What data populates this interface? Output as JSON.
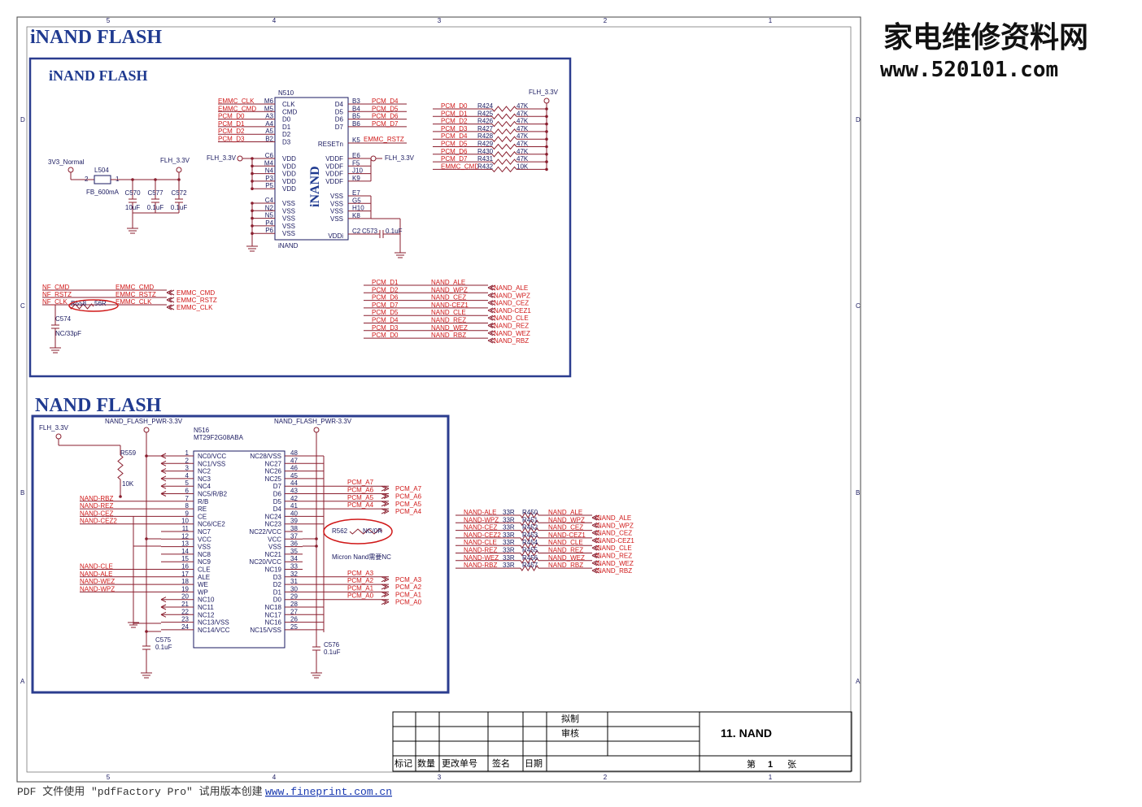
{
  "watermark": {
    "line1": "家电维修资料网",
    "line2": "www.520101.com"
  },
  "footer": {
    "text": "PDF 文件使用 \"pdfFactory Pro\" 试用版本创建 ",
    "link": "www.fineprint.com.cn"
  },
  "border": {
    "top_cols": [
      "5",
      "4",
      "3",
      "2",
      "1"
    ],
    "side_rows": [
      "D",
      "C",
      "B",
      "A"
    ]
  },
  "section_inand": {
    "title": "iNAND FLASH",
    "subtitle": "iNAND FLASH"
  },
  "section_nand": {
    "title": "NAND FLASH"
  },
  "n510": {
    "ref": "N510",
    "part": "iNAND",
    "logo": "iNAND",
    "left_pins": [
      {
        "net": "EMMC_CLK",
        "pin": "M6",
        "name": "CLK"
      },
      {
        "net": "EMMC_CMD",
        "pin": "M5",
        "name": "CMD"
      },
      {
        "net": "PCM_D0",
        "pin": "A3",
        "name": "D0"
      },
      {
        "net": "PCM_D1",
        "pin": "A4",
        "name": "D1"
      },
      {
        "net": "PCM_D2",
        "pin": "A5",
        "name": "D2"
      },
      {
        "net": "PCM_D3",
        "pin": "B2",
        "name": "D3"
      }
    ],
    "right_pins": [
      {
        "name": "D4",
        "pin": "B3",
        "net": "PCM_D4"
      },
      {
        "name": "D5",
        "pin": "B4",
        "net": "PCM_D5"
      },
      {
        "name": "D6",
        "pin": "B5",
        "net": "PCM_D6"
      },
      {
        "name": "D7",
        "pin": "B6",
        "net": "PCM_D7"
      }
    ],
    "reset": {
      "name": "RESETn",
      "pin": "K5",
      "net": "EMMC_RSTZ"
    },
    "vdd_left": {
      "net": "FLH_3.3V",
      "pins": [
        "C6",
        "M4",
        "N4",
        "P3",
        "P5"
      ],
      "name": "VDD"
    },
    "vddf": {
      "pins": [
        "E6",
        "F5",
        "J10",
        "K9"
      ],
      "name": "VDDF",
      "net": "FLH_3.3V"
    },
    "vss_left": {
      "pins": [
        "C4",
        "N2",
        "N5",
        "P4",
        "P6"
      ],
      "name": "VSS"
    },
    "vss_right": {
      "pins": [
        "E7",
        "G5",
        "H10",
        "K8"
      ],
      "name": "VSS"
    },
    "vddi": {
      "name": "VDDi",
      "pin": "C2",
      "cap": "C573",
      "val": "0.1uF"
    }
  },
  "pullups": {
    "rail": "FLH_3.3V",
    "rows": [
      {
        "net": "PCM_D0",
        "ref": "R424",
        "val": "47K"
      },
      {
        "net": "PCM_D1",
        "ref": "R425",
        "val": "47K"
      },
      {
        "net": "PCM_D2",
        "ref": "R426",
        "val": "47K"
      },
      {
        "net": "PCM_D3",
        "ref": "R427",
        "val": "47K"
      },
      {
        "net": "PCM_D4",
        "ref": "R428",
        "val": "47K"
      },
      {
        "net": "PCM_D5",
        "ref": "R429",
        "val": "47K"
      },
      {
        "net": "PCM_D6",
        "ref": "R430",
        "val": "47K"
      },
      {
        "net": "PCM_D7",
        "ref": "R431",
        "val": "47K"
      },
      {
        "net": "EMMC_CMD",
        "ref": "R432",
        "val": "10K"
      }
    ]
  },
  "power_filter": {
    "in": "3V3_Normal",
    "out": "FLH_3.3V",
    "bead": {
      "ref": "L504",
      "val": "FB_600mA",
      "p2": "2",
      "p1": "1"
    },
    "caps": [
      {
        "ref": "C570",
        "val": "10uF"
      },
      {
        "ref": "C577",
        "val": "0.1uF"
      },
      {
        "ref": "C572",
        "val": "0.1uF"
      }
    ]
  },
  "emmc_if": {
    "left": [
      "NF_CMD",
      "NF_RSTZ",
      "NF_CLK"
    ],
    "mid": [
      "EMMC_CMD",
      "EMMC_RSTZ",
      "EMMC_CLK"
    ],
    "ports": [
      "EMMC_CMD",
      "EMMC_RSTZ",
      "EMMC_CLK"
    ],
    "res": {
      "ref": "R558",
      "val": "56R"
    },
    "cap": {
      "ref": "C574",
      "val": "NC/33pF"
    }
  },
  "nand_map": {
    "left": [
      "PCM_D1",
      "PCM_D2",
      "PCM_D6",
      "PCM_D7",
      "PCM_D5",
      "PCM_D4",
      "PCM_D3",
      "PCM_D0"
    ],
    "mid": [
      "NAND_ALE",
      "NAND_WPZ",
      "NAND_CEZ",
      "NAND-CEZ1",
      "NAND_CLE",
      "NAND_REZ",
      "NAND_WEZ",
      "NAND_RBZ"
    ],
    "ports": [
      "NAND_ALE",
      "NAND_WPZ",
      "NAND_CEZ",
      "NAND-CEZ1",
      "NAND_CLE",
      "NAND_REZ",
      "NAND_WEZ",
      "NAND_RBZ"
    ]
  },
  "n516": {
    "ref": "N516",
    "part": "MT29F2G08ABA",
    "rails": {
      "left": "FLH_3.3V",
      "mid": "NAND_FLASH_PWR-3.3V",
      "right": "NAND_FLASH_PWR-3.3V"
    },
    "r559": {
      "ref": "R559",
      "val": "10K"
    },
    "left_pins": [
      {
        "pin": "1",
        "name": "NC0/VCC",
        "net": ""
      },
      {
        "pin": "2",
        "name": "NC1/VSS",
        "net": ""
      },
      {
        "pin": "3",
        "name": "NC2",
        "net": ""
      },
      {
        "pin": "4",
        "name": "NC3",
        "net": ""
      },
      {
        "pin": "5",
        "name": "NC4",
        "net": ""
      },
      {
        "pin": "6",
        "name": "NC5/R/B2",
        "net": ""
      },
      {
        "pin": "7",
        "name": "R/B",
        "net": "NAND-RBZ"
      },
      {
        "pin": "8",
        "name": "RE",
        "net": "NAND-REZ"
      },
      {
        "pin": "9",
        "name": "CE",
        "net": "NAND-CEZ"
      },
      {
        "pin": "10",
        "name": "NC6/CE2",
        "net": "NAND-CEZ2"
      },
      {
        "pin": "11",
        "name": "NC7",
        "net": ""
      },
      {
        "pin": "12",
        "name": "VCC",
        "net": ""
      },
      {
        "pin": "13",
        "name": "VSS",
        "net": ""
      },
      {
        "pin": "14",
        "name": "NC8",
        "net": ""
      },
      {
        "pin": "15",
        "name": "NC9",
        "net": ""
      },
      {
        "pin": "16",
        "name": "CLE",
        "net": "NAND-CLE"
      },
      {
        "pin": "17",
        "name": "ALE",
        "net": "NAND-ALE"
      },
      {
        "pin": "18",
        "name": "WE",
        "net": "NAND-WEZ"
      },
      {
        "pin": "19",
        "name": "WP",
        "net": "NAND-WPZ"
      },
      {
        "pin": "20",
        "name": "NC10",
        "net": ""
      },
      {
        "pin": "21",
        "name": "NC11",
        "net": ""
      },
      {
        "pin": "22",
        "name": "NC12",
        "net": ""
      },
      {
        "pin": "23",
        "name": "NC13/VSS",
        "net": ""
      },
      {
        "pin": "24",
        "name": "NC14/VCC",
        "net": ""
      }
    ],
    "right_pins": [
      {
        "pin": "48",
        "name": "NC28/VSS",
        "net": ""
      },
      {
        "pin": "47",
        "name": "NC27",
        "net": ""
      },
      {
        "pin": "46",
        "name": "NC26",
        "net": ""
      },
      {
        "pin": "45",
        "name": "NC25",
        "net": ""
      },
      {
        "pin": "44",
        "name": "D7",
        "net": "PCM_A7",
        "port": "PCM_A7"
      },
      {
        "pin": "43",
        "name": "D6",
        "net": "PCM_A6",
        "port": "PCM_A6"
      },
      {
        "pin": "42",
        "name": "D5",
        "net": "PCM_A5",
        "port": "PCM_A5"
      },
      {
        "pin": "41",
        "name": "D4",
        "net": "PCM_A4",
        "port": "PCM_A4"
      },
      {
        "pin": "40",
        "name": "NC24",
        "net": ""
      },
      {
        "pin": "39",
        "name": "NC23",
        "net": ""
      },
      {
        "pin": "38",
        "name": "NC22/VCC",
        "net": ""
      },
      {
        "pin": "37",
        "name": "VCC",
        "net": ""
      },
      {
        "pin": "36",
        "name": "VSS",
        "net": ""
      },
      {
        "pin": "35",
        "name": "NC21",
        "net": ""
      },
      {
        "pin": "34",
        "name": "NC20/VCC",
        "net": ""
      },
      {
        "pin": "33",
        "name": "NC19",
        "net": ""
      },
      {
        "pin": "32",
        "name": "D3",
        "net": "PCM_A3",
        "port": "PCM_A3"
      },
      {
        "pin": "31",
        "name": "D2",
        "net": "PCM_A2",
        "port": "PCM_A2"
      },
      {
        "pin": "30",
        "name": "D1",
        "net": "PCM_A1",
        "port": "PCM_A1"
      },
      {
        "pin": "29",
        "name": "D0",
        "net": "PCM_A0",
        "port": "PCM_A0"
      },
      {
        "pin": "28",
        "name": "NC18",
        "net": ""
      },
      {
        "pin": "27",
        "name": "NC17",
        "net": ""
      },
      {
        "pin": "26",
        "name": "NC16",
        "net": ""
      },
      {
        "pin": "25",
        "name": "NC15/VSS",
        "net": ""
      }
    ],
    "r562": {
      "ref": "R562",
      "val": "NC/0R",
      "note": "Micron Nand需要NC"
    },
    "c575": {
      "ref": "C575",
      "val": "0.1uF"
    },
    "c576": {
      "ref": "C576",
      "val": "0.1uF"
    }
  },
  "nand_series": {
    "rows": [
      {
        "in": "NAND-ALE",
        "val": "33R",
        "ref": "R450",
        "out": "NAND_ALE",
        "port": "NAND_ALE"
      },
      {
        "in": "NAND-WPZ",
        "val": "33R",
        "ref": "R451",
        "out": "NAND_WPZ",
        "port": "NAND_WPZ"
      },
      {
        "in": "NAND-CEZ",
        "val": "33R",
        "ref": "R452",
        "out": "NAND_CEZ",
        "port": "NAND_CEZ"
      },
      {
        "in": "NAND-CEZ2",
        "val": "33R",
        "ref": "R453",
        "out": "NAND-CEZ1",
        "port": "NAND-CEZ1"
      },
      {
        "in": "NAND-CLE",
        "val": "33R",
        "ref": "R454",
        "out": "NAND_CLE",
        "port": "NAND_CLE"
      },
      {
        "in": "NAND-REZ",
        "val": "33R",
        "ref": "R455",
        "out": "NAND_REZ",
        "port": "NAND_REZ"
      },
      {
        "in": "NAND-WEZ",
        "val": "33R",
        "ref": "R456",
        "out": "NAND_WEZ",
        "port": "NAND_WEZ"
      },
      {
        "in": "NAND-RBZ",
        "val": "33R",
        "ref": "R457",
        "out": "NAND_RBZ",
        "port": "NAND_RBZ"
      }
    ]
  },
  "title_block": {
    "drafted": "拟制",
    "reviewed": "审核",
    "headers": [
      "标记",
      "数量",
      "更改单号",
      "签名",
      "日期"
    ],
    "title": "11. NAND",
    "sheet_prefix": "第",
    "sheet_no": "1",
    "sheet_suffix": "张"
  }
}
